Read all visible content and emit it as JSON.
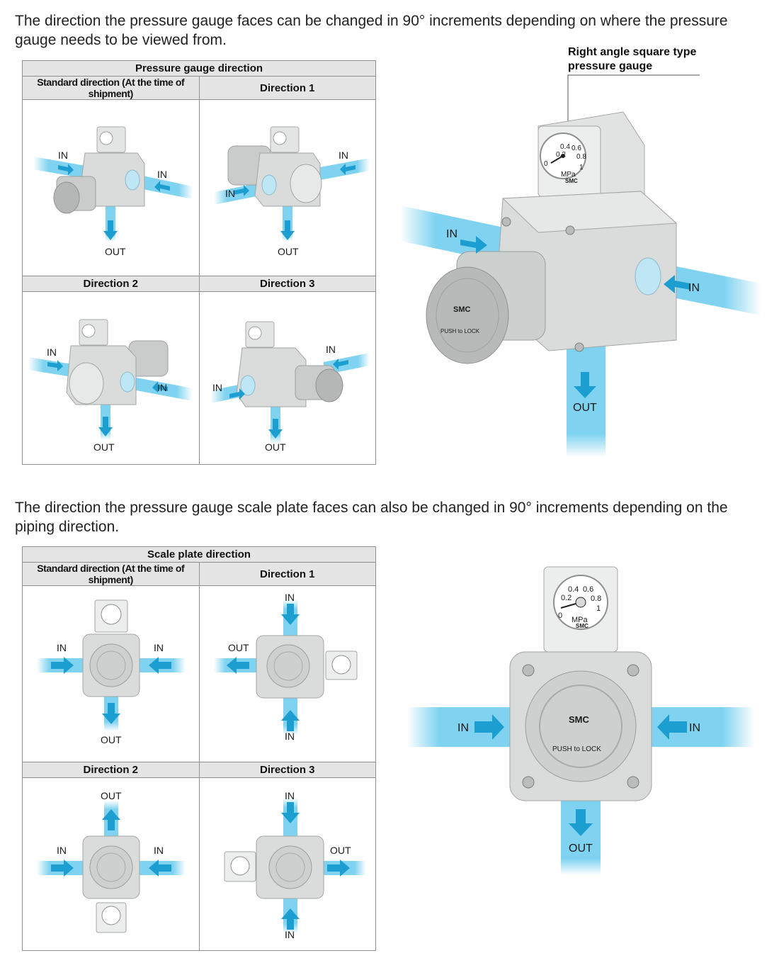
{
  "intro_text": "The direction the pressure gauge faces can be changed in 90° increments depending on where the pressure gauge needs to be viewed from.",
  "gauge_table": {
    "title": "Pressure gauge direction",
    "col_standard": "Standard direction (At the time of shipment)",
    "col_dir1": "Direction 1",
    "col_dir2": "Direction 2",
    "col_dir3": "Direction 3"
  },
  "callout": {
    "line1": "Right angle square type",
    "line2": "pressure gauge"
  },
  "scale_text": "The direction the pressure gauge scale plate faces can also be changed in 90° increments depending on the piping direction.",
  "scale_table": {
    "title": "Scale plate direction",
    "col_standard": "Standard direction (At the time of shipment)",
    "col_dir1": "Direction 1",
    "col_dir2": "Direction 2",
    "col_dir3": "Direction 3"
  },
  "flow": {
    "in": "IN",
    "out": "OUT"
  },
  "gauge_face": {
    "scale": [
      "0",
      "0.2",
      "0.4",
      "0.6",
      "0.8",
      "1"
    ],
    "unit": "MPa",
    "brand": "SMC"
  },
  "knob": {
    "brand": "SMC",
    "lock_text": "PUSH to LOCK"
  },
  "colors": {
    "flow_blue": "#7fd3f0",
    "arrow_blue": "#1c9fd0",
    "body_gray": "#d9dcdb",
    "header_gray": "#e5e5e5"
  }
}
